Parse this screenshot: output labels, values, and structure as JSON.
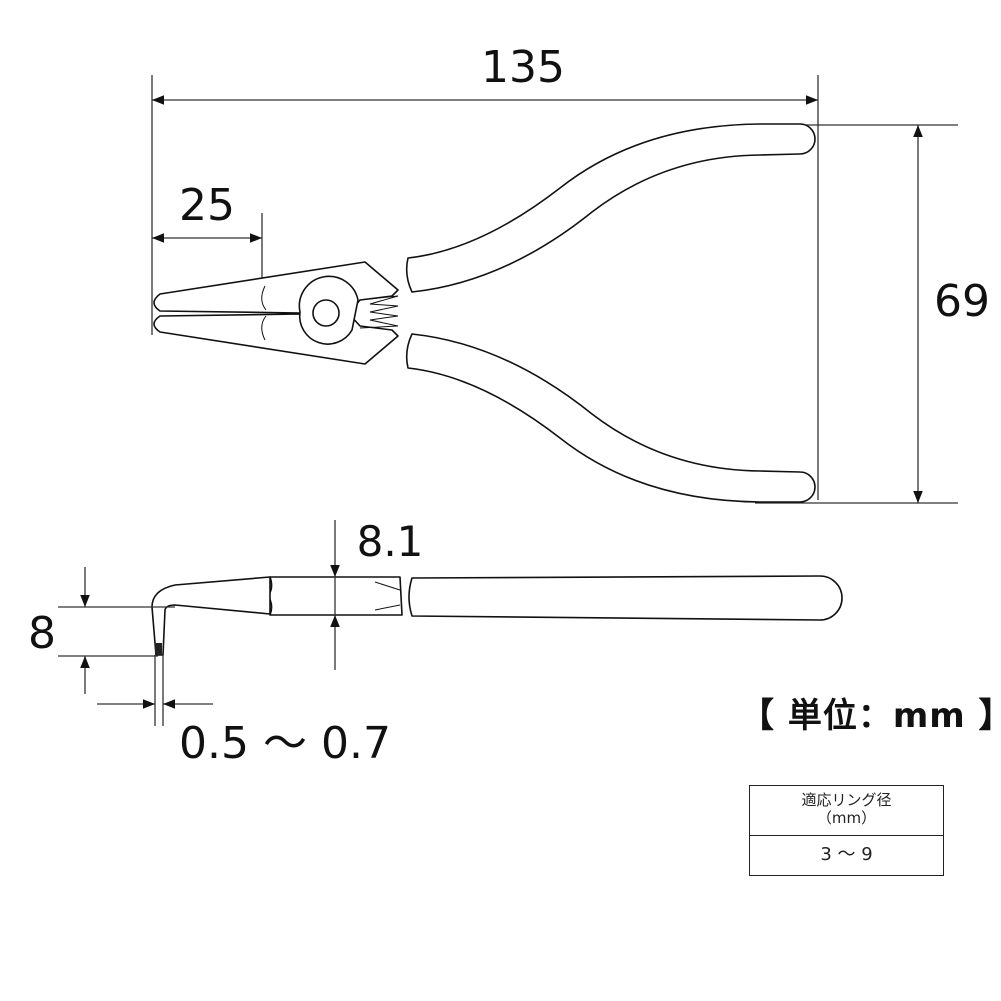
{
  "dimensions": {
    "overall_length": "135",
    "jaw_length": "25",
    "overall_width": "69",
    "head_thickness": "8.1",
    "tip_length": "8",
    "tip_diameter": "0.5 ～ 0.7"
  },
  "unit_label": "【 単位：mm 】",
  "spec_table": {
    "header_line1": "適応リング径",
    "header_line2": "（mm）",
    "value": "3 ～ 9"
  }
}
